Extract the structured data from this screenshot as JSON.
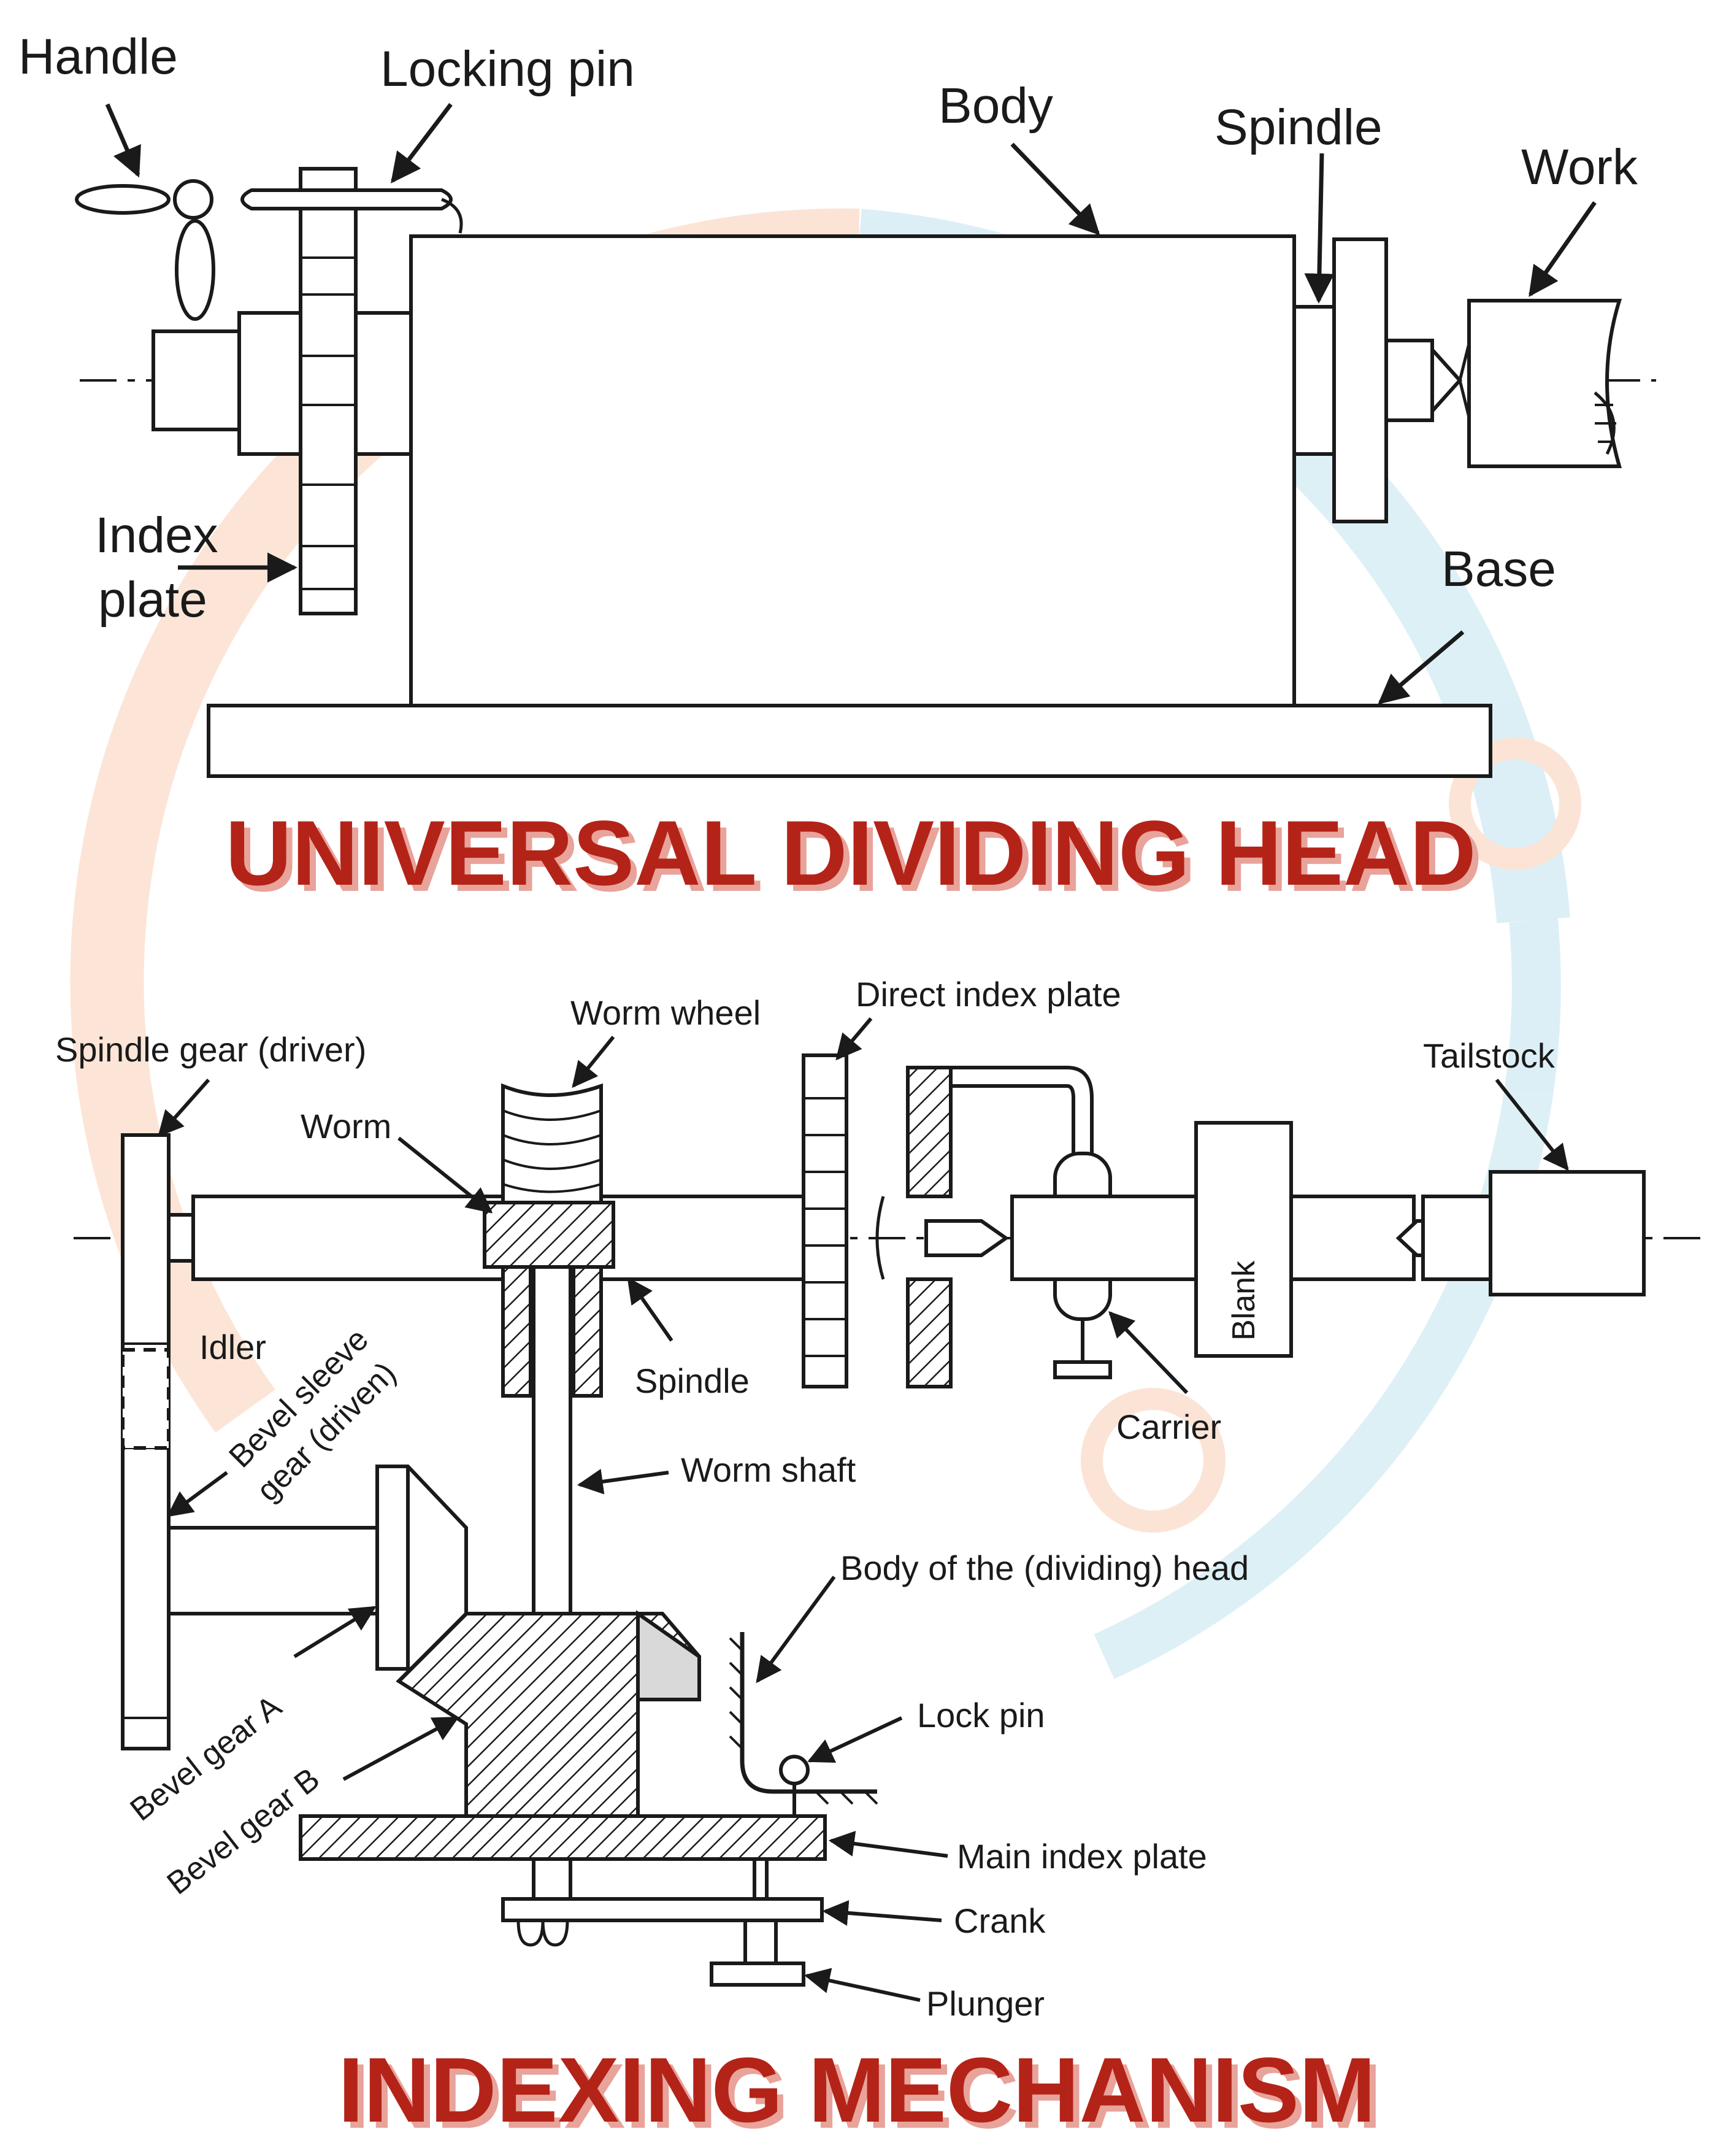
{
  "colors": {
    "ink": "#1a1a1a",
    "title_red": "#b42318",
    "title_shadow": "#e8a39a",
    "watermark_orange": "#f6b48c",
    "watermark_blue": "#9fd3e6",
    "paper": "#ffffff",
    "hatch_fill": "#d9d9d9"
  },
  "top_diagram": {
    "title": "UNIVERSAL DIVIDING HEAD",
    "labels": {
      "handle": "Handle",
      "locking_pin": "Locking pin",
      "body": "Body",
      "spindle": "Spindle",
      "work": "Work",
      "index_plate_line1": "Index",
      "index_plate_line2": "plate",
      "base": "Base"
    }
  },
  "bottom_diagram": {
    "title": "INDEXING MECHANISM",
    "labels": {
      "spindle_gear": "Spindle gear (driver)",
      "worm_wheel": "Worm wheel",
      "direct_index_plate": "Direct index plate",
      "tailstock": "Tailstock",
      "worm": "Worm",
      "idler": "Idler",
      "bevel_sleeve_line1": "Bevel sleeve",
      "bevel_sleeve_line2": "gear (driven)",
      "spindle": "Spindle",
      "blank": "Blank",
      "carrier": "Carrier",
      "worm_shaft": "Worm shaft",
      "body_of_head": "Body of the (dividing) head",
      "bevel_gear_a": "Bevel gear A",
      "bevel_gear_b": "Bevel gear B",
      "lock_pin": "Lock pin",
      "main_index_plate": "Main index plate",
      "crank": "Crank",
      "plunger": "Plunger"
    }
  }
}
